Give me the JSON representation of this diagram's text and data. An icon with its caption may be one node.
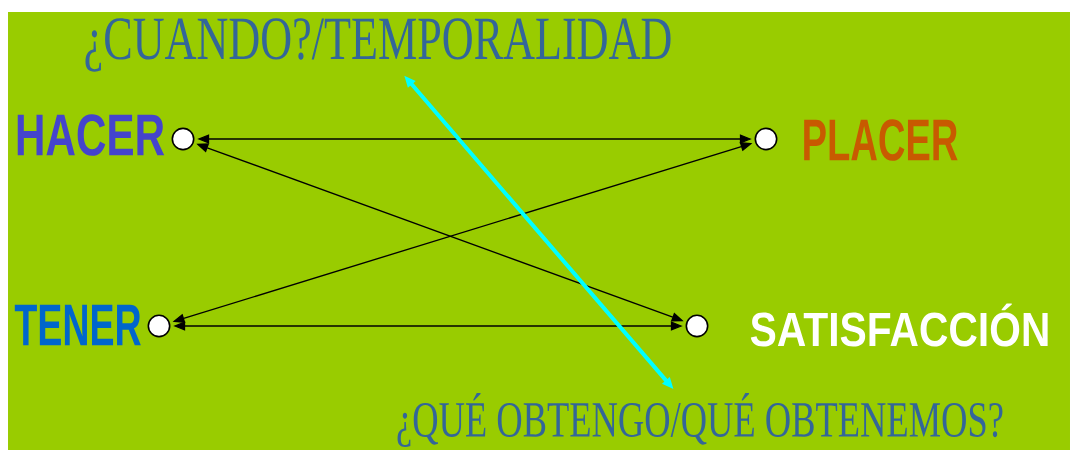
{
  "diagram": {
    "nodes": [
      {
        "text": [
          "¿CUANDO?/TEMPORALIDAD"
        ]
      },
      {
        "text": [
          "HACER"
        ]
      },
      {
        "text": [],
        "shape": "circle"
      },
      {
        "text": [],
        "shape": "circle"
      },
      {
        "text": [
          "PLACER"
        ]
      },
      {
        "text": [
          "TENER"
        ]
      },
      {
        "text": [],
        "shape": "circle"
      },
      {
        "text": [],
        "shape": "circle"
      },
      {
        "text": [
          "SATISFACCIÓN"
        ]
      },
      {
        "text": [
          "¿QUÉ OBTENGO/QUÉ OBTENEMOS?"
        ]
      }
    ],
    "edges": [
      {
        "from": 2,
        "to": 3,
        "arrow": "both"
      },
      {
        "from": 2,
        "to": 7,
        "arrow": "both"
      },
      {
        "from": 6,
        "to": 3,
        "arrow": "both"
      },
      {
        "from": 6,
        "to": 7,
        "arrow": "both"
      },
      {
        "from": 0,
        "to": 9,
        "arrow": "both",
        "style": "thick",
        "color": "#00ffff"
      }
    ]
  }
}
